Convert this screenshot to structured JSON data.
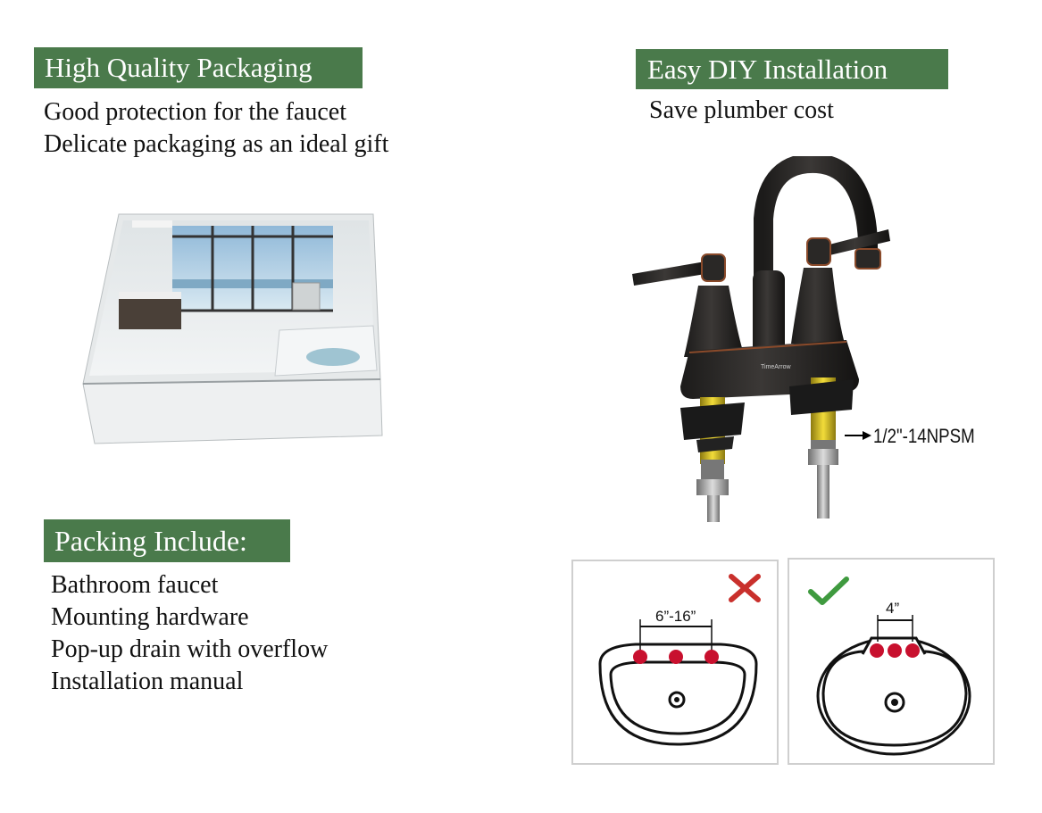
{
  "packaging": {
    "heading": "High Quality Packaging",
    "lines": [
      "Good protection for the faucet",
      "Delicate packaging as an ideal gift"
    ]
  },
  "installation": {
    "heading": "Easy DIY Installation",
    "lines": [
      "Save plumber cost"
    ],
    "thread_label": "1/2\"-14NPSM",
    "brand_mark": "TimeArrow"
  },
  "packing": {
    "heading": "Packing Include:",
    "items": [
      "Bathroom faucet",
      "Mounting hardware",
      "Pop-up drain with overflow",
      "Installation manual"
    ]
  },
  "sink_diagrams": {
    "wrong": {
      "spacing_label": "6”-16”",
      "mark": "cross-icon",
      "mark_color": "#c9302c"
    },
    "right": {
      "spacing_label": "4”",
      "mark": "checkmark-icon",
      "mark_color": "#3f9a3f"
    },
    "hole_color": "#c8102e"
  },
  "colors": {
    "badge_green": "#4a7a4b",
    "text": "#111111"
  }
}
